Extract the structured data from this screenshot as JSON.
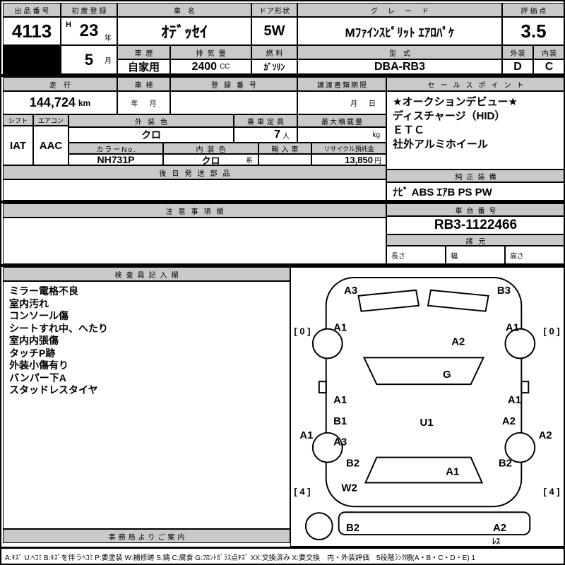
{
  "top": {
    "auction_no_label": "出品番号",
    "auction_no": "4113",
    "first_reg_label": "初度登録",
    "first_reg_era": "H",
    "first_reg_year": "23",
    "year_suffix": "年",
    "first_reg_month": "5",
    "month_suffix": "月",
    "car_name_label": "車名",
    "car_name": "ｵﾃﾞｯｾｲ",
    "door_label": "ドア形状",
    "door": "5W",
    "grade_label": "グレード",
    "grade": "Mﾌｧｲﾝｽﾋﾟﾘｯﾄ ｴｱﾛﾊﾟｹ",
    "score_label": "評価点",
    "score": "3.5",
    "history_label": "車歴",
    "history": "自家用",
    "displacement_label": "排気量",
    "displacement": "2400",
    "displacement_unit": "CC",
    "fuel_label": "燃料",
    "fuel": "ｶﾞｿﾘﾝ",
    "model_label": "型式",
    "model": "DBA-RB3",
    "exterior_label": "外装",
    "interior_label": "内装",
    "exterior_grade": "D",
    "interior_grade": "C"
  },
  "mid": {
    "mileage_label": "走行",
    "mileage": "144,724",
    "mileage_unit": "km",
    "shaken_label": "車検",
    "shaken_year": "年",
    "shaken_month": "月",
    "reg_no_label": "登録番号",
    "transfer_label": "譲渡書類期限",
    "transfer_month": "月",
    "transfer_day": "日",
    "shift_label": "シフト",
    "shift": "IAT",
    "aircon_label": "エアコン",
    "aircon": "AAC",
    "ext_color_label": "外装色",
    "ext_color": "クロ",
    "capacity_label": "乗車定員",
    "capacity": "7",
    "capacity_unit": "人",
    "max_load_label": "最大積載量",
    "max_load_unit": "kg",
    "color_no_label": "カラーNo.",
    "color_no": "NH731P",
    "int_color_label": "内装色",
    "int_color": "クロ",
    "int_color_suffix": "系",
    "import_label": "輸入車",
    "recycle_label": "リサイクル預託金",
    "recycle_amount": "13,850",
    "recycle_unit": "円",
    "later_parts_label": "後日発送部品"
  },
  "sales": {
    "label": "セールスポイント",
    "items": [
      "★オークションデビュー★",
      "ディスチャージ（HID）",
      "ＥＴＣ",
      "社外アルミホイール"
    ]
  },
  "genuine": {
    "label": "純正装備",
    "value": "ﾅﾋﾞ ABS ｴｱB PS PW"
  },
  "notes": {
    "label": "注意事項欄"
  },
  "chassis": {
    "label": "車台番号",
    "value": "RB3-1122466",
    "specs_label": "諸元",
    "length_label": "長さ",
    "width_label": "幅",
    "height_label": "高さ"
  },
  "inspector": {
    "label": "検査員記入欄",
    "items": [
      "ミラー電格不良",
      "室内汚れ",
      "コンソール傷",
      "シートすれ中、へたり",
      "室内内張傷",
      "タッチP跡",
      "外装小傷有り",
      "バンパー下A",
      "スタッドレスタイヤ"
    ]
  },
  "office": {
    "label": "事務局よりご案内"
  },
  "diagram": {
    "front_left_bumper": "A3",
    "front_right_bumper": "B3",
    "front_left_tire": "[ 0 ]",
    "front_right_tire": "[ 0 ]",
    "front_left_fender": "A1",
    "front_right_fender": "A1",
    "hood": "A2",
    "windshield": "G",
    "front_left_door": "A1",
    "front_right_door": "A1",
    "rear_left_door": "B1",
    "floor": "U1",
    "rear_right_door": "A2",
    "left_side": "A1",
    "left_rear_fender": "A3",
    "right_side": "A2",
    "left_quarter_panel": "B2",
    "right_quarter_panel": "B2",
    "rear_gate": "A1",
    "left_rocker": "W2",
    "rear_left_tire": "[ 4 ]",
    "rear_right_tire": "[ 4 ]",
    "rear_bumper_left": "B2",
    "rear_bumper_right": "A2",
    "spare_tire": "ﾚｽ"
  },
  "legend": "A:ｷｽﾞ U:ﾍｺﾐ B:ｷｽﾞを伴うﾍｺﾐ P:要塗装 W:補修跡 S:錆 C:腐食 G:ﾌﾛﾝﾄｶﾞﾗｽ点ｷｽﾞ XX:交換済み X:要交換　内・外装評価　5段階ﾗﾝｸ順(A・B・C・D・E) 1"
}
